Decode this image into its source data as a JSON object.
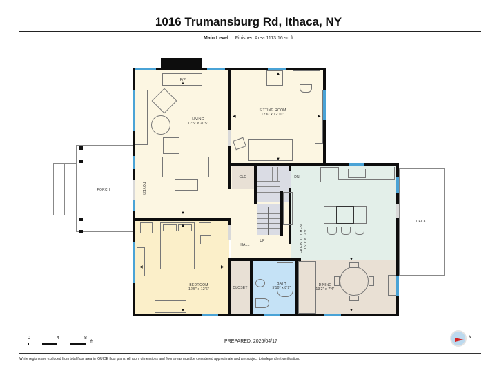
{
  "header": {
    "title": "1016 Trumansburg Rd, Ithaca, NY",
    "level": "Main Level",
    "finished_area": "Finished Area 1113.16 sq ft"
  },
  "rooms": {
    "living": {
      "name": "LIVING",
      "dims": "12'5\" x 20'5\""
    },
    "sitting": {
      "name": "SITTING ROOM",
      "dims": "12'6\" x 12'10\""
    },
    "porch": {
      "name": "PORCH"
    },
    "foyer": {
      "name": "FOYER"
    },
    "fp": {
      "name": "F/P"
    },
    "clo": {
      "name": "CLO"
    },
    "dn": {
      "name": "DN"
    },
    "up": {
      "name": "UP"
    },
    "hall": {
      "name": "HALL"
    },
    "kitchen": {
      "name": "EAT-IN KITCHEN",
      "dims": "15'0\" x 12'9\""
    },
    "deck": {
      "name": "DECK"
    },
    "bedroom": {
      "name": "BEDROOM",
      "dims": "12'5\" x 12'6\""
    },
    "closet": {
      "name": "CLOSET"
    },
    "bath": {
      "name": "BATH",
      "dims": "5'10\" x 8'9\""
    },
    "dining": {
      "name": "DINING",
      "dims": "13'2\" x 7'4\""
    }
  },
  "colors": {
    "living_fill": "#fcf6e2",
    "bedroom_fill": "#fbefc9",
    "kitchen_fill": "#e3efe9",
    "dining_fill": "#e9e0d4",
    "bath_fill": "#c5e2f6",
    "closet_fill": "#e8e0d5",
    "wall": "#0d0d0d",
    "window": "#4aa3d6"
  },
  "scale": {
    "ticks": [
      "0",
      "4",
      "8"
    ],
    "unit": "ft"
  },
  "prepared": "PREPARED: 2026/04/17",
  "compass": {
    "label": "N"
  },
  "footer": {
    "note": "White regions are excluded from total floor area in iGUIDE floor plans. All room dimensions and floor areas must be considered approximate and are subject to independent verification."
  }
}
